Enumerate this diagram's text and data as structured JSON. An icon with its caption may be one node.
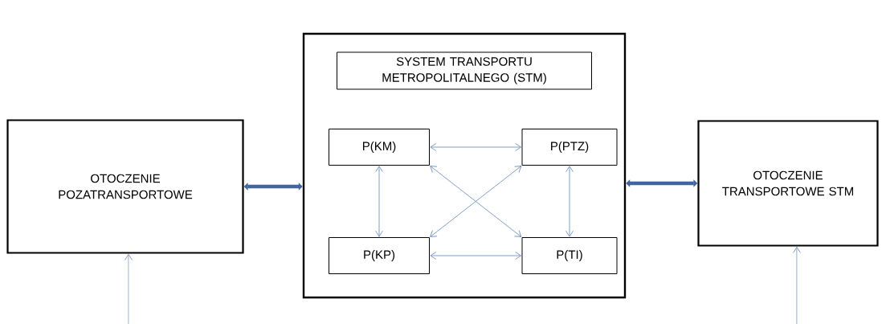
{
  "diagram": {
    "nodes": [
      {
        "text": [
          "OTOCZENIE POZATRANSPORTOWE"
        ]
      },
      {
        "text": [],
        "shape": "box"
      },
      {
        "text": [
          "SYSTEM TRANSPORTU METROPOLITALNEGO (STM)"
        ],
        "in": 1
      },
      {
        "text": [
          "P(KM)"
        ],
        "in": 1
      },
      {
        "text": [
          "P(PTZ)"
        ],
        "in": 1
      },
      {
        "text": [
          "P(KP)"
        ],
        "in": 1
      },
      {
        "text": [
          "P(TI)"
        ],
        "in": 1
      },
      {
        "text": [
          "OTOCZENIE TRANSPORTOWE STM"
        ]
      }
    ],
    "edges": [
      {
        "from": 0,
        "to": 1,
        "arrow": "both",
        "style": "thick"
      },
      {
        "from": 1,
        "to": 7,
        "arrow": "both",
        "style": "thick"
      },
      {
        "from": 3,
        "to": 4,
        "arrow": "both"
      },
      {
        "from": 3,
        "to": 5,
        "arrow": "both"
      },
      {
        "from": 4,
        "to": 6,
        "arrow": "both"
      },
      {
        "from": 5,
        "to": 6,
        "arrow": "both"
      },
      {
        "from": 3,
        "to": 6,
        "arrow": "both"
      },
      {
        "from": 5,
        "to": 4,
        "arrow": "both"
      },
      {
        "from": null,
        "to": 0,
        "arrow": "to"
      },
      {
        "from": null,
        "to": 7,
        "arrow": "to"
      }
    ]
  }
}
